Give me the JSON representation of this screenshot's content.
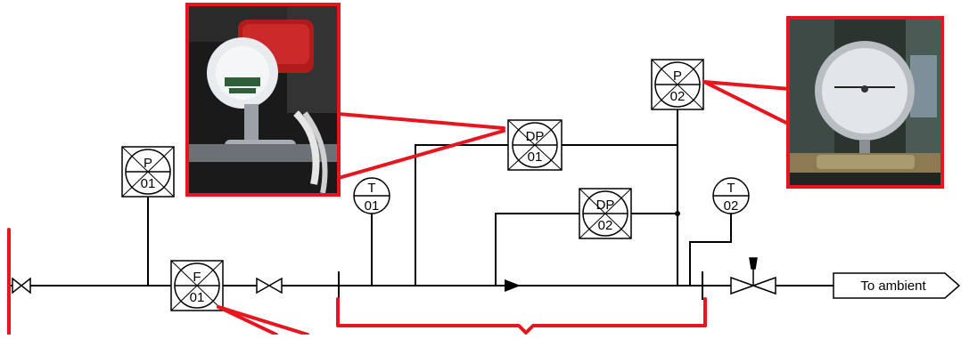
{
  "diagram": {
    "instruments": {
      "p01": {
        "letter": "P",
        "number": "01"
      },
      "f01": {
        "letter": "F",
        "number": "01"
      },
      "t01": {
        "letter": "T",
        "number": "01"
      },
      "dp01": {
        "letter": "DP",
        "number": "01"
      },
      "p02": {
        "letter": "P",
        "number": "02"
      },
      "dp02": {
        "letter": "DP",
        "number": "02"
      },
      "t02": {
        "letter": "T",
        "number": "02"
      }
    },
    "outlet_label": "To ambient",
    "colors": {
      "line": "#000000",
      "callout": "#e8141e",
      "title_fragment": "#2323c8"
    }
  },
  "photos": {
    "flowmeter": {
      "subject": "flowmeter transmitter photo"
    },
    "gauge": {
      "subject": "pressure gauge photo"
    }
  }
}
